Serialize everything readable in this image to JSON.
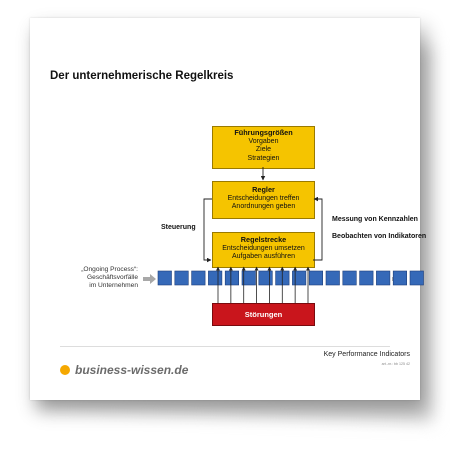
{
  "title": "Der unternehmerische Regelkreis",
  "boxes": {
    "fuehrung": {
      "title": "Führungsgrößen",
      "lines": [
        "Vorgaben",
        "Ziele",
        "Strategien"
      ]
    },
    "regler": {
      "title": "Regler",
      "lines": [
        "Entscheidungen treffen",
        "Anordnungen geben"
      ]
    },
    "strecke": {
      "title": "Regelstrecke",
      "lines": [
        "Entscheidungen umsetzen",
        "Aufgaben ausführen"
      ]
    },
    "stoerungen": {
      "title": "Störungen"
    }
  },
  "labels": {
    "steuerung": "Steuerung",
    "messung": "Messung von Kennzahlen",
    "beobachten": "Beobachten von Indikatoren",
    "process": [
      "„Ongoing Process“:",
      "Geschäftsvorfälle",
      "im Unternehmen"
    ]
  },
  "footer": {
    "brand": "business-wissen.de",
    "kpi": "Key Performance Indicators",
    "ref": "art.-nr.: bb 125 42"
  },
  "colors": {
    "box_yellow": "#f5c400",
    "box_red": "#c9151c",
    "process_blue": "#3569b8",
    "logo_orange": "#f5a800"
  },
  "process_block_count": 16
}
